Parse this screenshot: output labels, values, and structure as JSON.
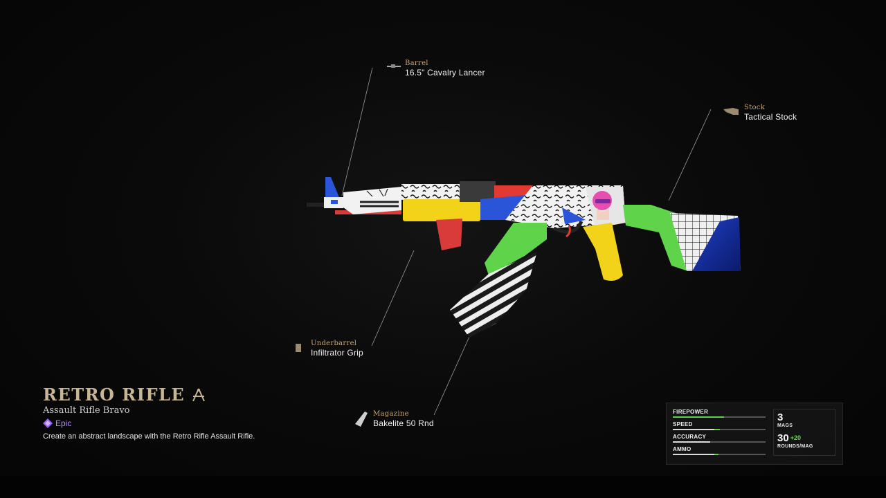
{
  "weapon": {
    "name": "RETRO RIFLE",
    "class": "Assault Rifle Bravo",
    "rarity": "Epic",
    "description": "Create an abstract landscape with the Retro Rifle Assault Rifle.",
    "rarity_color": "#b58cff"
  },
  "attachments": {
    "barrel": {
      "slot": "Barrel",
      "name": "16.5\" Cavalry Lancer"
    },
    "stock": {
      "slot": "Stock",
      "name": "Tactical Stock"
    },
    "underbarrel": {
      "slot": "Underbarrel",
      "name": "Infiltrator Grip"
    },
    "magazine": {
      "slot": "Magazine",
      "name": "Bakelite 50 Rnd"
    }
  },
  "stats": {
    "firepower": {
      "label": "FIREPOWER",
      "value": 0.55,
      "bonus": 0.0
    },
    "speed": {
      "label": "SPEED",
      "value": 0.45,
      "bonus": 0.06
    },
    "accuracy": {
      "label": "ACCURACY",
      "value": 0.4,
      "bonus": 0.0
    },
    "ammo": {
      "label": "AMMO",
      "value": 0.45,
      "bonus": 0.04
    }
  },
  "ammo": {
    "mags": "3",
    "mags_label": "MAGS",
    "rounds": "30",
    "rounds_bonus": "+20",
    "rounds_label": "ROUNDS/MAG"
  }
}
